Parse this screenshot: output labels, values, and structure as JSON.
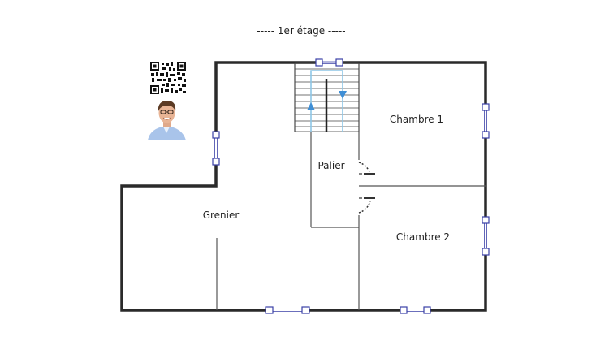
{
  "floor_title": "----- 1er étage -----",
  "rooms": {
    "bedroom1": "Chambre 1",
    "bedroom2": "Chambre 2",
    "landing": "Palier",
    "attic": "Grenier"
  },
  "colors": {
    "wall": "#2a2a2a",
    "window": "#3a3fa6",
    "stairs_arrow": "#3f8fd6",
    "stairs_line": "#8ec6e6"
  },
  "decorations": {
    "qr_code": "qr-code",
    "portrait": "person-portrait"
  }
}
